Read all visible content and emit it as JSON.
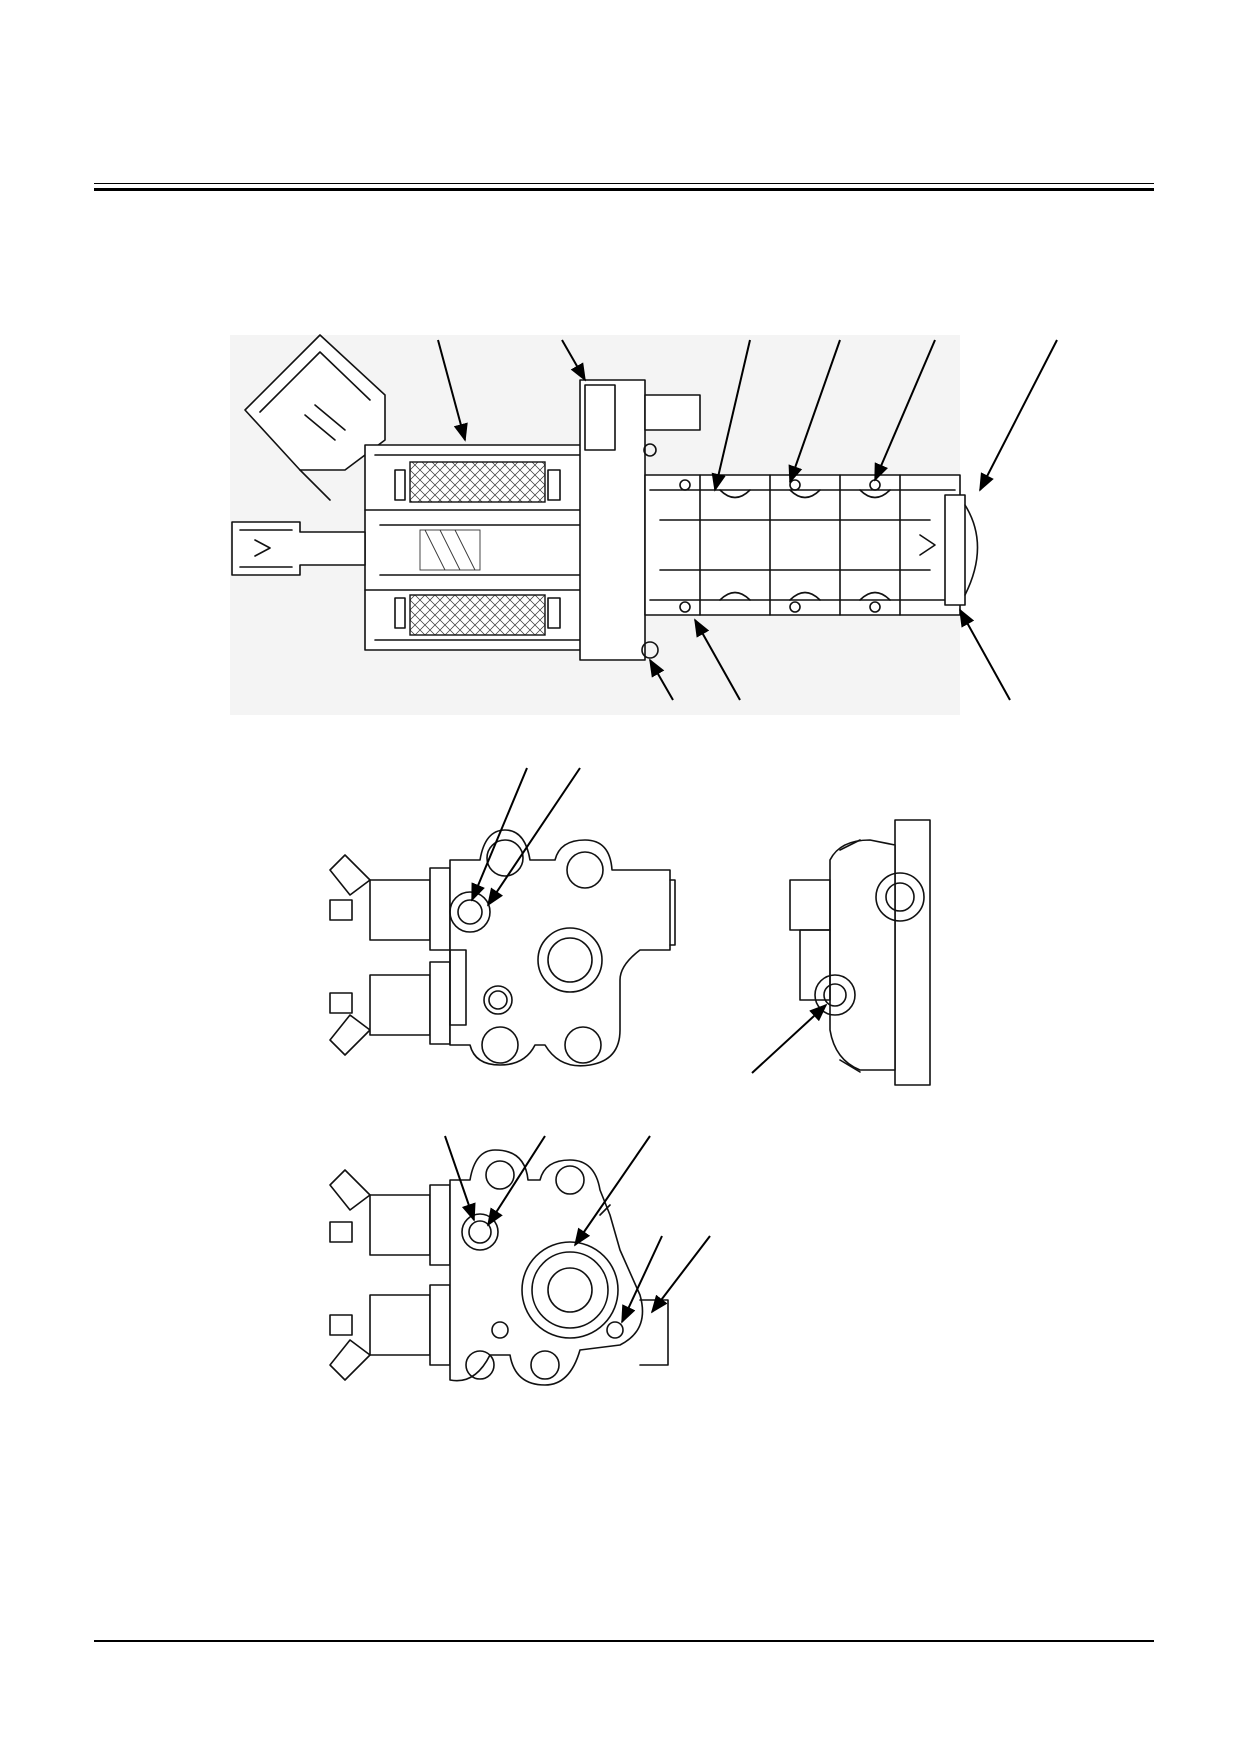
{
  "page": {
    "background": "#ffffff",
    "rule_color": "#000000"
  },
  "views": [
    {
      "id": "sectional-view",
      "leader_count": 9
    },
    {
      "id": "front-view",
      "leader_count": 2
    },
    {
      "id": "side-view",
      "leader_count": 1
    },
    {
      "id": "rear-view",
      "leader_count": 5
    }
  ]
}
